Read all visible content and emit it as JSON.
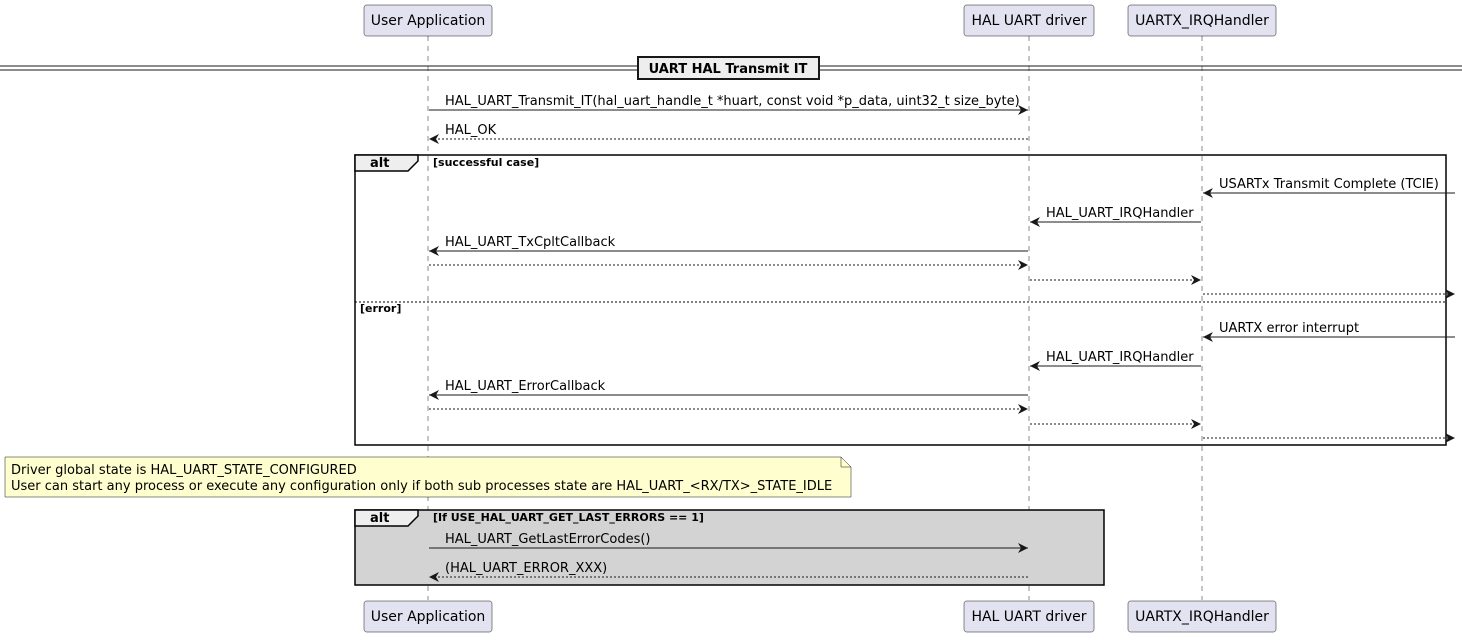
{
  "colors": {
    "participant_fill": "#e2e2f0",
    "participant_border": "#181818",
    "note_fill": "#fefece",
    "group_shaded_fill": "#d3d3d3",
    "line": "#181818"
  },
  "participants": [
    {
      "id": "user",
      "label": "User Application"
    },
    {
      "id": "hal",
      "label": "HAL UART driver"
    },
    {
      "id": "irq",
      "label": "UARTX_IRQHandler"
    }
  ],
  "separator": {
    "title": "UART HAL Transmit IT"
  },
  "messages": [
    {
      "from": "user",
      "to": "hal",
      "label": "HAL_UART_Transmit_IT(hal_uart_handle_t *huart, const void *p_data, uint32_t size_byte)",
      "dashed": false
    },
    {
      "from": "hal",
      "to": "user",
      "label": "HAL_OK",
      "dashed": true
    },
    {
      "from": "edge",
      "to": "irq",
      "label": "USARTx Transmit Complete (TCIE)",
      "dashed": false
    },
    {
      "from": "irq",
      "to": "hal",
      "label": "HAL_UART_IRQHandler",
      "dashed": false
    },
    {
      "from": "hal",
      "to": "user",
      "label": "HAL_UART_TxCpltCallback",
      "dashed": false
    },
    {
      "from": "user",
      "to": "hal",
      "label": "",
      "dashed": true
    },
    {
      "from": "hal",
      "to": "irq",
      "label": "",
      "dashed": true
    },
    {
      "from": "irq",
      "to": "edge",
      "label": "",
      "dashed": true
    },
    {
      "from": "edge",
      "to": "irq",
      "label": "UARTX error interrupt",
      "dashed": false
    },
    {
      "from": "irq",
      "to": "hal",
      "label": "HAL_UART_IRQHandler",
      "dashed": false
    },
    {
      "from": "hal",
      "to": "user",
      "label": "HAL_UART_ErrorCallback",
      "dashed": false
    },
    {
      "from": "user",
      "to": "hal",
      "label": "",
      "dashed": true
    },
    {
      "from": "hal",
      "to": "irq",
      "label": "",
      "dashed": true
    },
    {
      "from": "irq",
      "to": "edge",
      "label": "",
      "dashed": true
    },
    {
      "from": "user",
      "to": "hal",
      "label": "HAL_UART_GetLastErrorCodes()",
      "dashed": false
    },
    {
      "from": "hal",
      "to": "user",
      "label": "(HAL_UART_ERROR_XXX)",
      "dashed": true
    }
  ],
  "groups": [
    {
      "operator": "alt",
      "guard": "[successful case]",
      "else_guard": "[error]",
      "shaded": false
    },
    {
      "operator": "alt",
      "guard": "[If USE_HAL_UART_GET_LAST_ERRORS == 1]",
      "shaded": true
    }
  ],
  "note": {
    "lines": [
      "Driver global state is HAL_UART_STATE_CONFIGURED",
      "User can start any process or execute any configuration only if both sub processes state are HAL_UART_<RX/TX>_STATE_IDLE"
    ]
  }
}
